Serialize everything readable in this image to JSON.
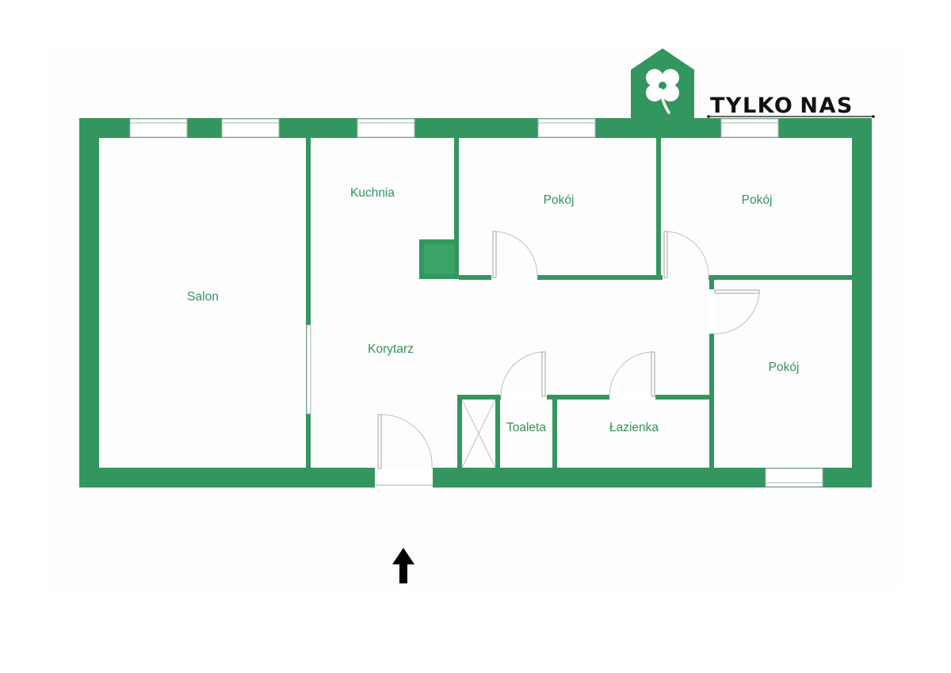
{
  "brand": {
    "name": "TYLKO",
    "name_suffix": "NAS",
    "logo_icon": "house-clover-icon"
  },
  "rooms": {
    "salon": "Salon",
    "kuchnia": "Kuchnia",
    "korytarz": "Korytarz",
    "pokoj_1": "Pokój",
    "pokoj_2": "Pokój",
    "pokoj_3": "Pokój",
    "toaleta": "Toaleta",
    "lazienka": "Łazienka"
  },
  "entrance_icon": "arrow-up-icon",
  "colors": {
    "wall": "#34965f",
    "label": "#34935f",
    "logo": "#34965f"
  }
}
